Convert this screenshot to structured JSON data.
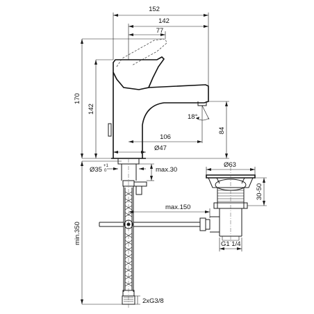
{
  "dimensions": {
    "overall_width": "152",
    "spout_reach": "142",
    "lever_width": "77",
    "total_height": "170",
    "body_height": "142",
    "spout_offset": "106",
    "spout_height": "84",
    "spout_angle": "18°",
    "base_diameter": "Ø47",
    "hole_angle": "Ø35",
    "hole_tolerance_plus": "+1",
    "hole_tolerance_minus": "0",
    "max_thickness": "max.30",
    "waste_diameter": "Ø63",
    "waste_height": "30-50",
    "pop_rod_length": "max.150",
    "waste_thread": "G1 1/4",
    "hose_length": "min.350",
    "hose_connection": "2xG3/8"
  }
}
